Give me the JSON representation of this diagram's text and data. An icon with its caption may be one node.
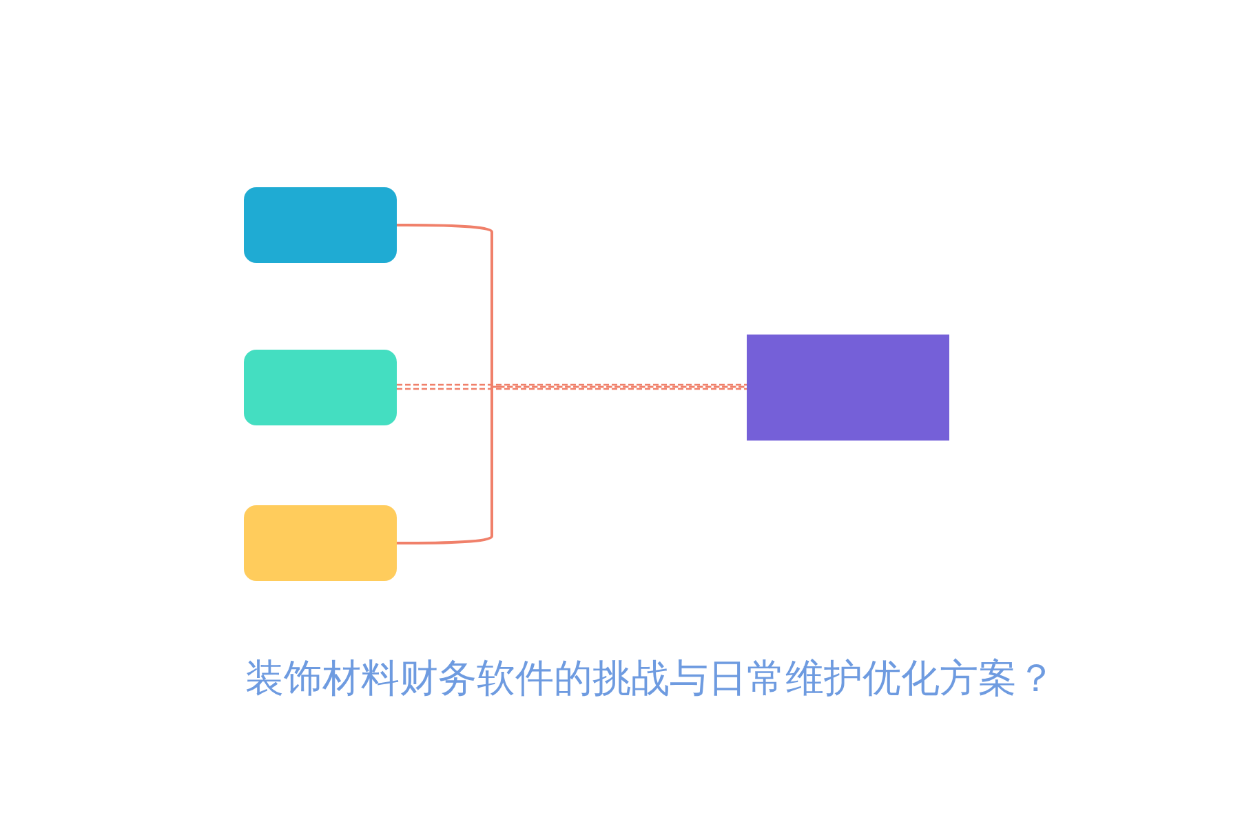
{
  "diagram": {
    "title": "装饰材料财务软件的挑战与日常维护优化方案？",
    "nodes": [
      {
        "text": [],
        "shape": "box"
      },
      {
        "text": [],
        "shape": "box"
      },
      {
        "text": [],
        "shape": "box"
      },
      {
        "text": [],
        "shape": "box"
      }
    ],
    "edges": [
      {
        "from": 0,
        "to": 3,
        "arrow": "none"
      },
      {
        "from": 1,
        "to": 3,
        "arrow": "none",
        "style": "dashed"
      },
      {
        "from": 2,
        "to": 3,
        "arrow": "none"
      }
    ]
  }
}
